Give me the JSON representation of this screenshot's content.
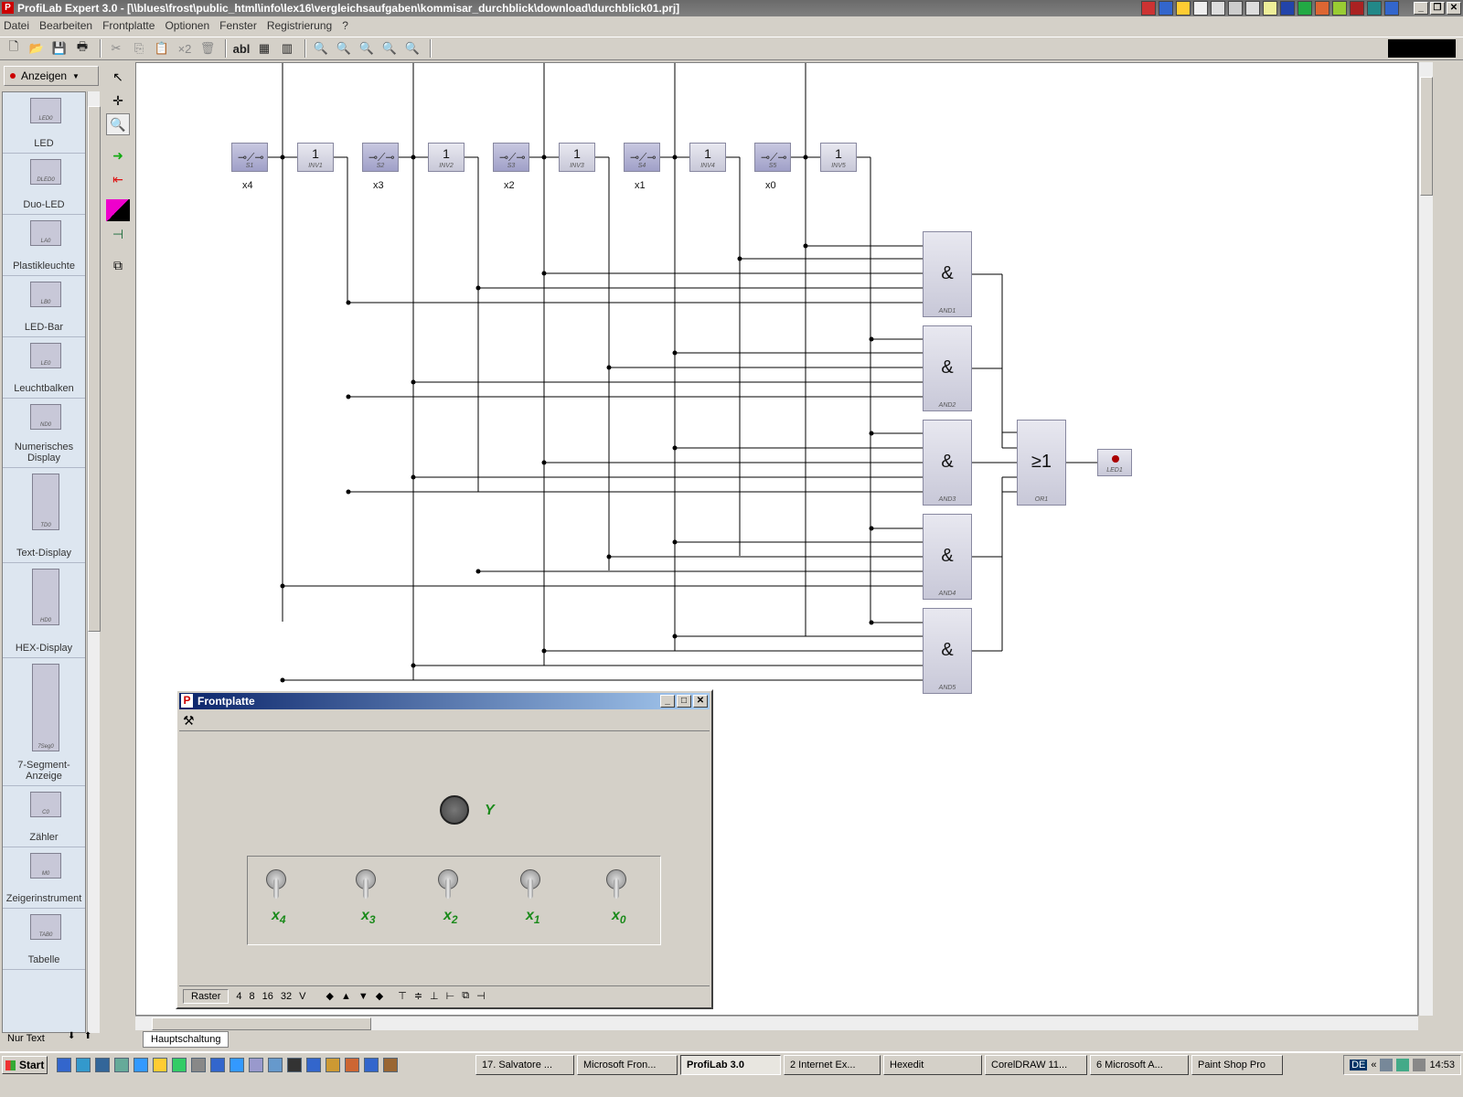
{
  "window": {
    "title": "ProfiLab Expert 3.0 - [\\\\blues\\frost\\public_html\\info\\lex16\\vergleichsaufgaben\\kommisar_durchblick\\download\\durchblick01.prj]",
    "app_icon": "P"
  },
  "menu": [
    "Datei",
    "Bearbeiten",
    "Frontplatte",
    "Optionen",
    "Fenster",
    "Registrierung",
    "?"
  ],
  "toolbar": {
    "items": [
      "new",
      "open",
      "save",
      "print",
      "cut",
      "copy",
      "paste",
      "x2",
      "delete",
      "abl",
      "grid",
      "align",
      "zoom-in",
      "zoom-out",
      "zoom-fit",
      "zoom-all",
      "zoom-reset"
    ],
    "x2_label": "×2",
    "abl_label": "abl"
  },
  "sidebar": {
    "category": "Anzeigen",
    "items": [
      {
        "label": "LED",
        "tag": "LED0"
      },
      {
        "label": "Duo-LED",
        "tag": "DLED0"
      },
      {
        "label": "Plastikleuchte",
        "tag": "LA0"
      },
      {
        "label": "LED-Bar",
        "tag": "LB0"
      },
      {
        "label": "Leuchtbalken",
        "tag": "LE0"
      },
      {
        "label": "Numerisches Display",
        "tag": "ND0"
      },
      {
        "label": "Text-Display",
        "tag": "TD0"
      },
      {
        "label": "HEX-Display",
        "tag": "HD0"
      },
      {
        "label": "7-Segment-Anzeige",
        "tag": "7Seg0"
      },
      {
        "label": "Zähler",
        "tag": "C0"
      },
      {
        "label": "Zeigerinstrument",
        "tag": "M0"
      },
      {
        "label": "Tabelle",
        "tag": "TAB0"
      }
    ],
    "footer": "Nur Text"
  },
  "circuit": {
    "switches": [
      {
        "tag": "S1",
        "inv": "INV1",
        "caption": "x4"
      },
      {
        "tag": "S2",
        "inv": "INV2",
        "caption": "x3"
      },
      {
        "tag": "S3",
        "inv": "INV3",
        "caption": "x2"
      },
      {
        "tag": "S4",
        "inv": "INV4",
        "caption": "x1"
      },
      {
        "tag": "S5",
        "inv": "INV5",
        "caption": "x0"
      }
    ],
    "inv_symbol": "1",
    "and_gates": [
      "AND1",
      "AND2",
      "AND3",
      "AND4",
      "AND5"
    ],
    "and_symbol": "&",
    "or_gate": {
      "tag": "OR1",
      "symbol": "≥1"
    },
    "led": {
      "tag": "LED1"
    }
  },
  "tab": "Hauptschaltung",
  "frontplatte": {
    "title": "Frontplatte",
    "output_label": "Y",
    "switch_labels": [
      {
        "x": "x",
        "sub": "4"
      },
      {
        "x": "x",
        "sub": "3"
      },
      {
        "x": "x",
        "sub": "2"
      },
      {
        "x": "x",
        "sub": "1"
      },
      {
        "x": "x",
        "sub": "0"
      }
    ],
    "status": {
      "raster": "Raster",
      "values": [
        "4",
        "8",
        "16",
        "32"
      ],
      "v": "V"
    }
  },
  "taskbar": {
    "start": "Start",
    "tasks": [
      "17. Salvatore ...",
      "Microsoft Fron...",
      "ProfiLab 3.0",
      "2 Internet Ex...",
      "Hexedit",
      "CorelDRAW 11...",
      "6 Microsoft A...",
      "Paint Shop Pro"
    ],
    "active_task": "ProfiLab 3.0",
    "lang": "DE",
    "clock": "14:53"
  }
}
